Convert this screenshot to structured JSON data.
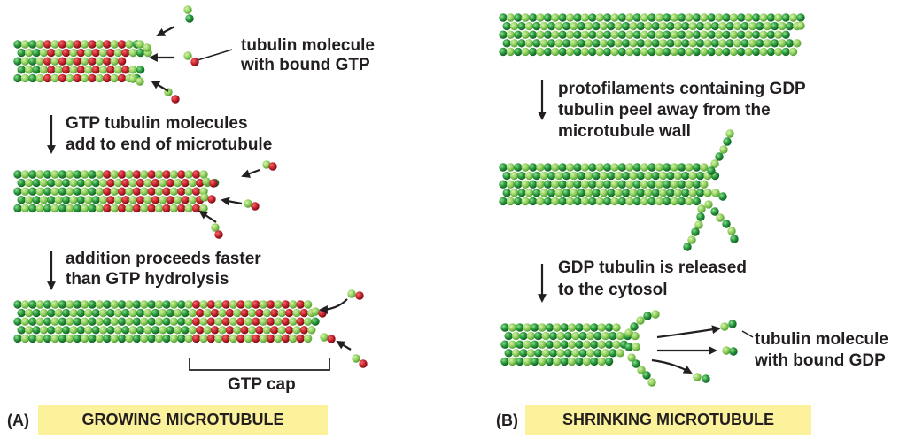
{
  "panel_a": {
    "letter": "(A)",
    "title": "GROWING MICROTUBULE",
    "label_tubulin": [
      "tubulin molecule",
      "with bound GTP"
    ],
    "step1": [
      "GTP tubulin molecules",
      "add to end of microtubule"
    ],
    "step2": [
      "addition proceeds faster",
      "than GTP hydrolysis"
    ],
    "cap_label": "GTP cap"
  },
  "panel_b": {
    "letter": "(B)",
    "title": "SHRINKING MICROTUBULE",
    "step1": [
      "protofilaments containing GDP",
      "tubulin peel away from the",
      "microtubule wall"
    ],
    "step2": [
      "GDP tubulin is released",
      "to the cytosol"
    ],
    "label_tubulin": [
      "tubulin molecule",
      "with bound GDP"
    ]
  },
  "colors": {
    "light_green": "#8fd05a",
    "dark_green": "#2a9a3e",
    "gtp_red": "#c8202c",
    "title_band": "#fbf29b",
    "text": "#231f20"
  }
}
